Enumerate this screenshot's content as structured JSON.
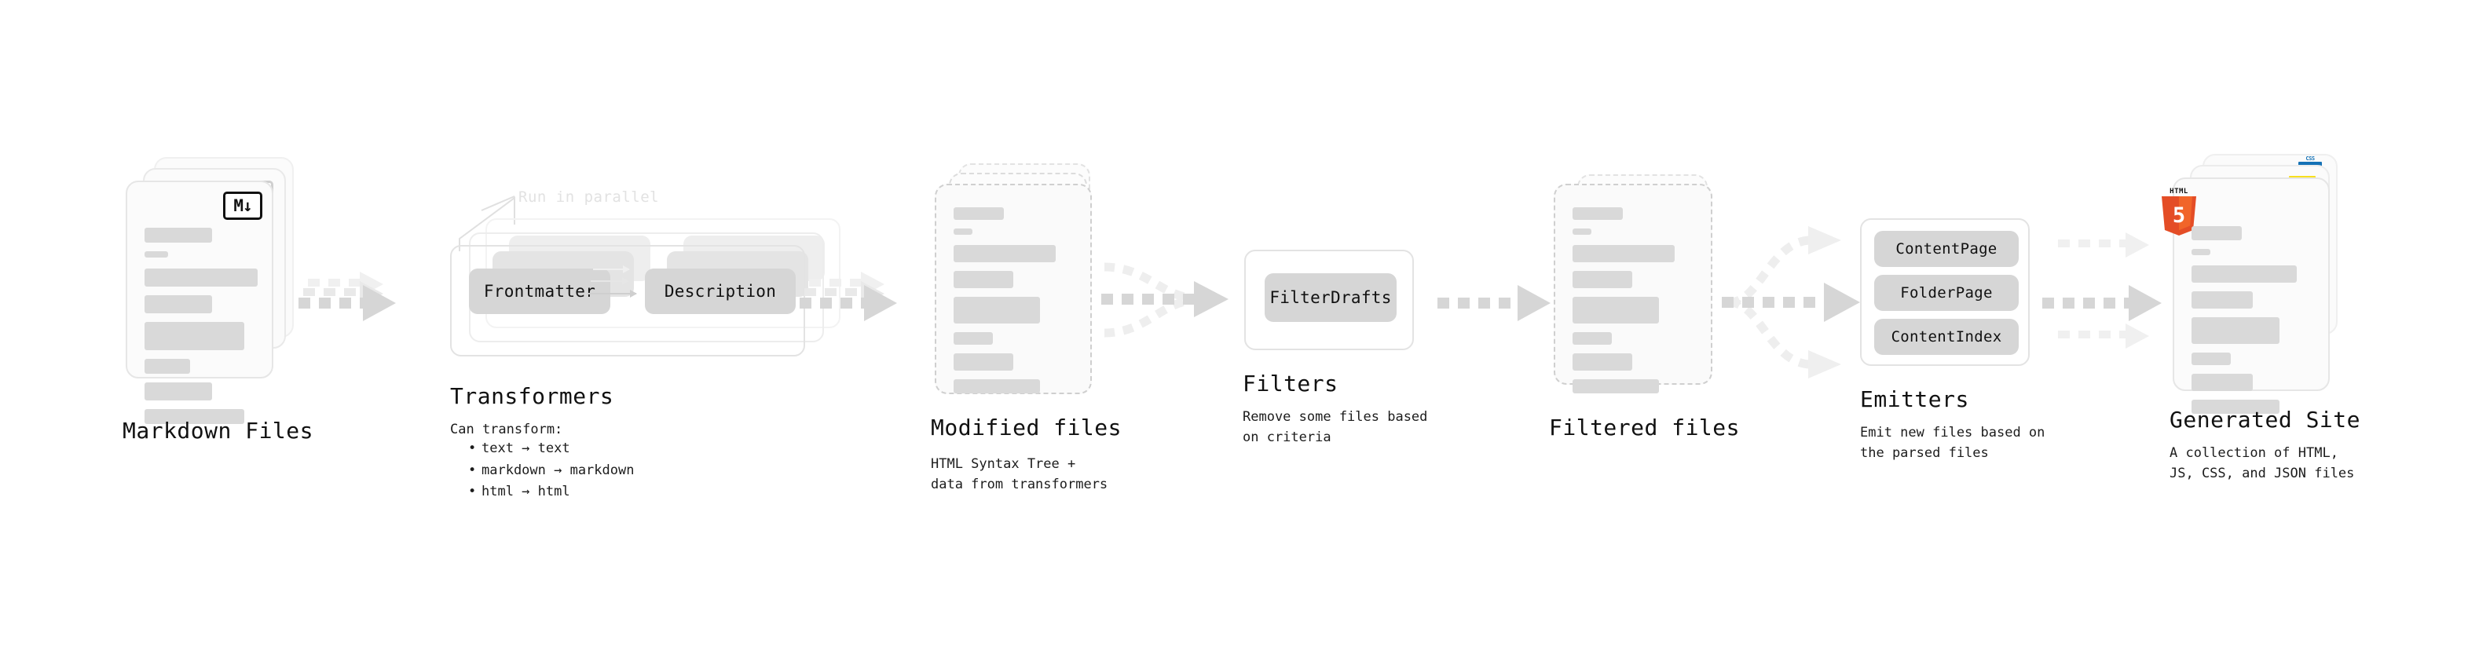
{
  "diagram": {
    "title_font_color": "#111111",
    "accent_colors": {
      "skeleton_bar": "#d9d9d9",
      "pill": "#d6d6d6",
      "arrow": "#d6d6d6",
      "card_border": "#e6e6e6",
      "dashed_border": "#cfcfcf",
      "html5": "#e44d26",
      "javascript": "#f7df1e",
      "css3": "#1572b6"
    }
  },
  "stages": [
    {
      "id": "markdown-files",
      "title": "Markdown Files",
      "subtitle": "",
      "badge": "M↓",
      "badge_name": "markdown-badge"
    },
    {
      "id": "transformers",
      "title": "Transformers",
      "subtitle": "Can transform:",
      "note": "Run in parallel",
      "pills": [
        "Frontmatter",
        "Description"
      ],
      "bullets": [
        "text → text",
        "markdown → markdown",
        "html → html"
      ]
    },
    {
      "id": "modified-files",
      "title": "Modified files",
      "subtitle": "HTML Syntax Tree +\ndata from transformers"
    },
    {
      "id": "filters",
      "title": "Filters",
      "subtitle": "Remove some files based\non criteria",
      "pills": [
        "FilterDrafts"
      ]
    },
    {
      "id": "filtered-files",
      "title": "Filtered files",
      "subtitle": ""
    },
    {
      "id": "emitters",
      "title": "Emitters",
      "subtitle": "Emit new files based on\nthe parsed files",
      "pills": [
        "ContentPage",
        "FolderPage",
        "ContentIndex"
      ]
    },
    {
      "id": "generated-site",
      "title": "Generated Site",
      "subtitle": "A collection of HTML,\nJS, CSS, and JSON files",
      "badges": [
        "HTML5",
        "JS",
        "CSS"
      ]
    }
  ],
  "skeleton": {
    "bars": [
      {
        "w": 118,
        "h": 26
      },
      {
        "w": 40,
        "h": 11
      },
      {
        "w": 196,
        "h": 32
      },
      {
        "w": 118,
        "h": 32
      },
      {
        "w": 172,
        "h": 50
      },
      {
        "w": 80,
        "h": 26
      },
      {
        "w": 118,
        "h": 32
      },
      {
        "w": 172,
        "h": 26
      }
    ]
  },
  "html5_badge": {
    "label": "HTML",
    "digit": "5"
  },
  "css_badge": {
    "label": "CSS"
  }
}
